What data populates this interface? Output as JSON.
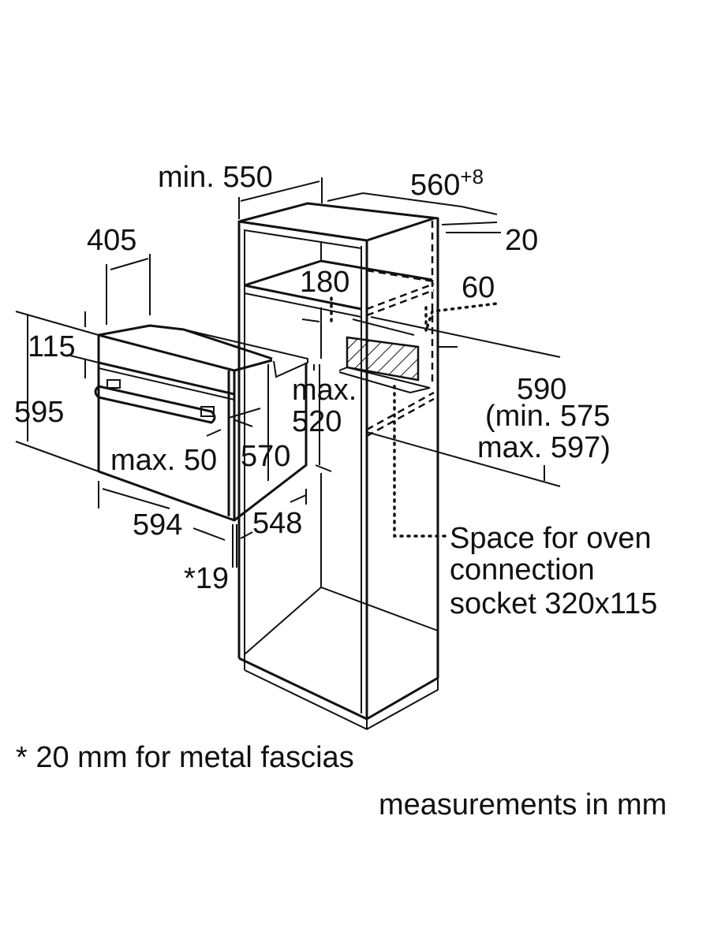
{
  "dimensions": {
    "cabinet_depth": "min. 550",
    "cabinet_width": "560",
    "cabinet_width_tolerance": "+8",
    "back_gap": "20",
    "oven_top_depth": "405",
    "vent_opening": "180",
    "rear_gap": "60",
    "panel_height": "115",
    "niche_height": "590",
    "niche_height_range_line1": "(min. 575",
    "niche_height_range_line2": "max. 597)",
    "oven_height": "595",
    "floor_depth_label": "max.",
    "floor_depth_value": "520",
    "handle_projection": "max. 50",
    "oven_body_height": "570",
    "oven_width": "594",
    "oven_body_depth": "548",
    "fascia_thickness": "*19"
  },
  "socket_note": [
    "Space for oven",
    "connection",
    "socket 320x115"
  ],
  "footnote": "* 20 mm for metal fascias",
  "units_note": "measurements in mm"
}
